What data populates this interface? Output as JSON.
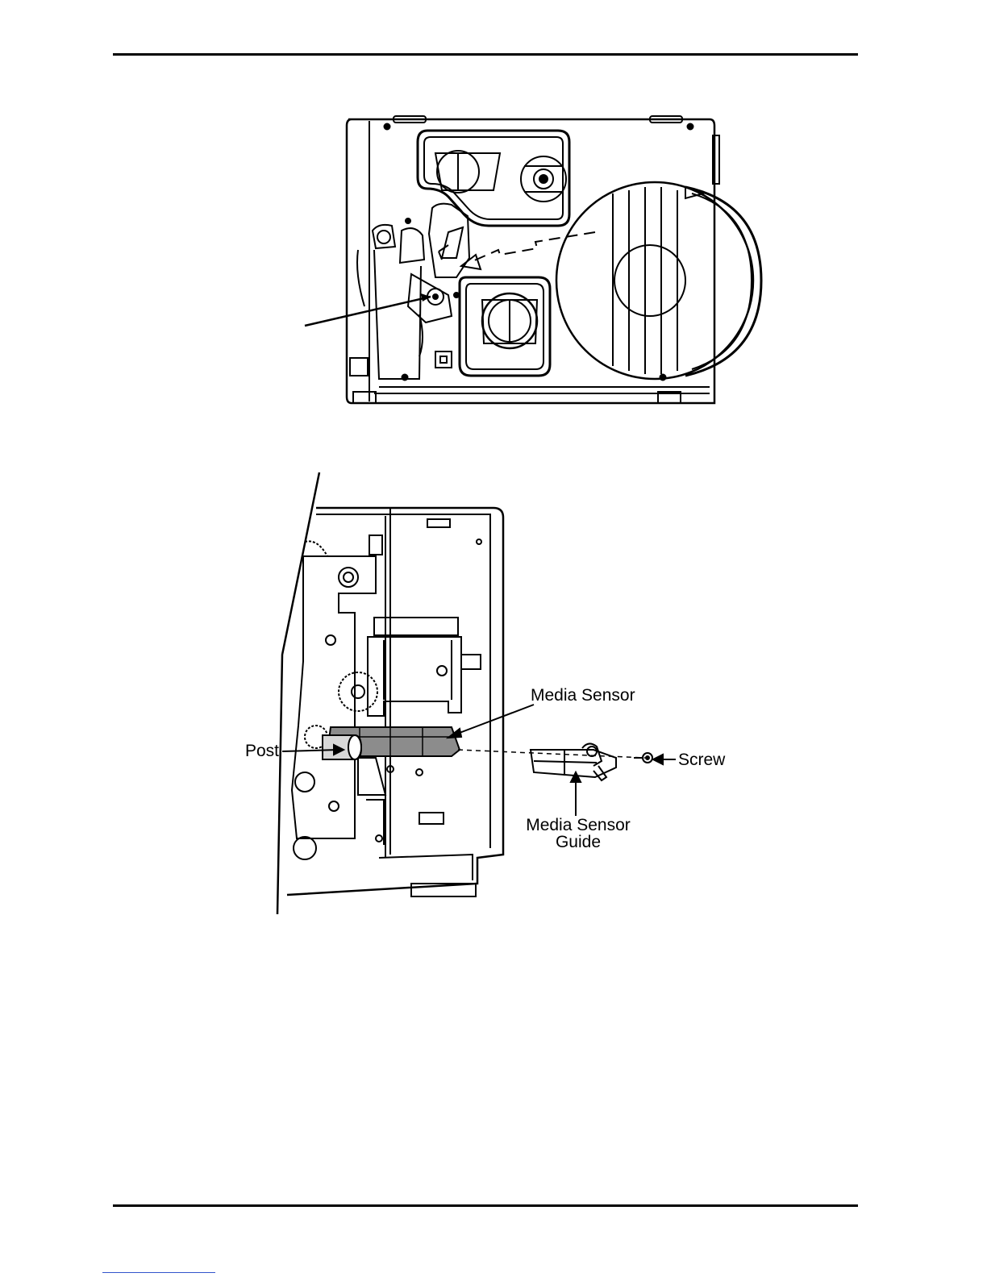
{
  "labels": {
    "media_sensor": "Media Sensor",
    "post": "Post",
    "screw": "Screw",
    "media_sensor_guide_line1": "Media Sensor",
    "media_sensor_guide_line2": "Guide"
  }
}
